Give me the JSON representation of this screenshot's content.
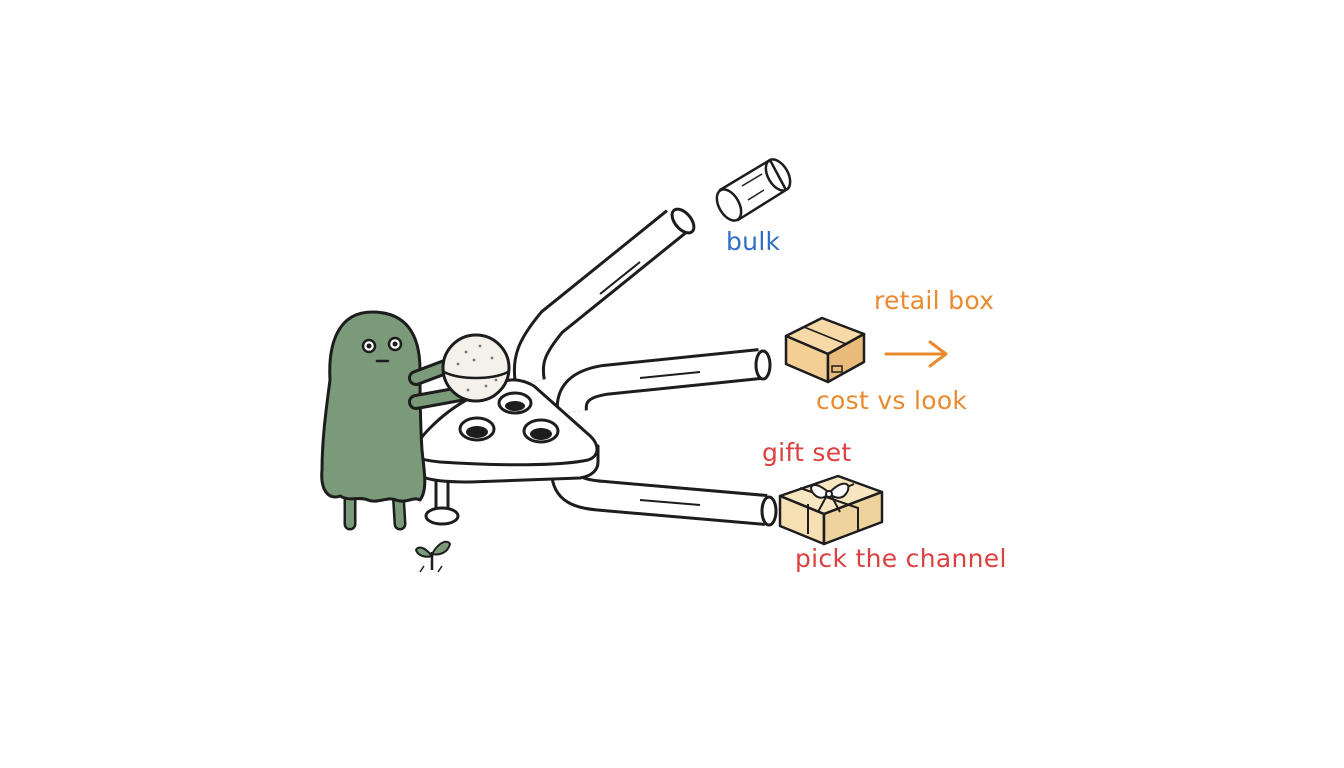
{
  "labels": {
    "bulk": "bulk",
    "retail_box": "retail box",
    "cost_vs_look": "cost vs look",
    "gift_set": "gift set",
    "pick_the_channel": "pick the channel"
  },
  "colors": {
    "bulk": "#2f6fc4",
    "retail": "#ea8a2e",
    "gift": "#dc4040",
    "creature": "#7a9a7a",
    "outline": "#1d1d1d",
    "box": "#f3cf96",
    "gift_box": "#f6dfb2"
  },
  "icons": {
    "creature": "green-blob-creature",
    "product": "bath-bomb",
    "machine": "three-way-sorting-dispenser",
    "bulk": "clear-tube",
    "retail": "cardboard-box",
    "gift": "gift-box-with-bow",
    "arrow": "right-arrow",
    "plant": "sprout"
  }
}
